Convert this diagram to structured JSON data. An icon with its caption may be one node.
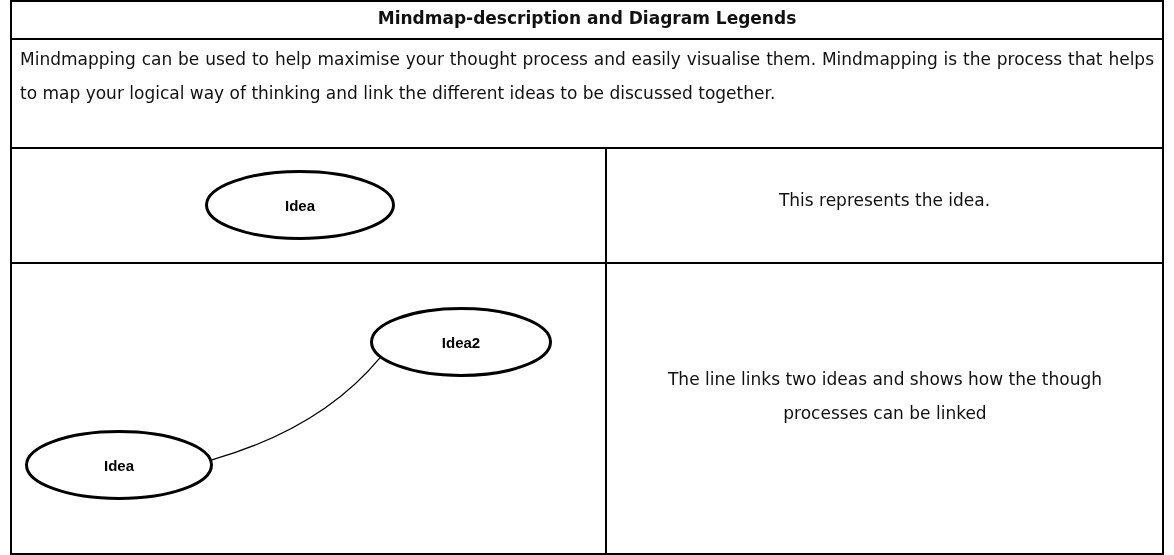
{
  "diagram": {
    "title": "Mindmap-description and Diagram Legends",
    "nodes": [
      {
        "text": [
          "Idea"
        ]
      },
      {
        "text": [
          "Idea2"
        ]
      },
      {
        "text": [
          "Idea"
        ]
      }
    ],
    "edges": [
      {
        "from": 2,
        "to": 1,
        "arrow": "none"
      }
    ],
    "labels": [
      "Mindmapping can be used to help maximise your thought process and easily visualise them. Mindmapping is the process that helps to map your logical way of thinking and link the different ideas to be discussed together.",
      "This represents the idea.",
      "The line links two ideas and shows how the though processes can be linked"
    ]
  }
}
